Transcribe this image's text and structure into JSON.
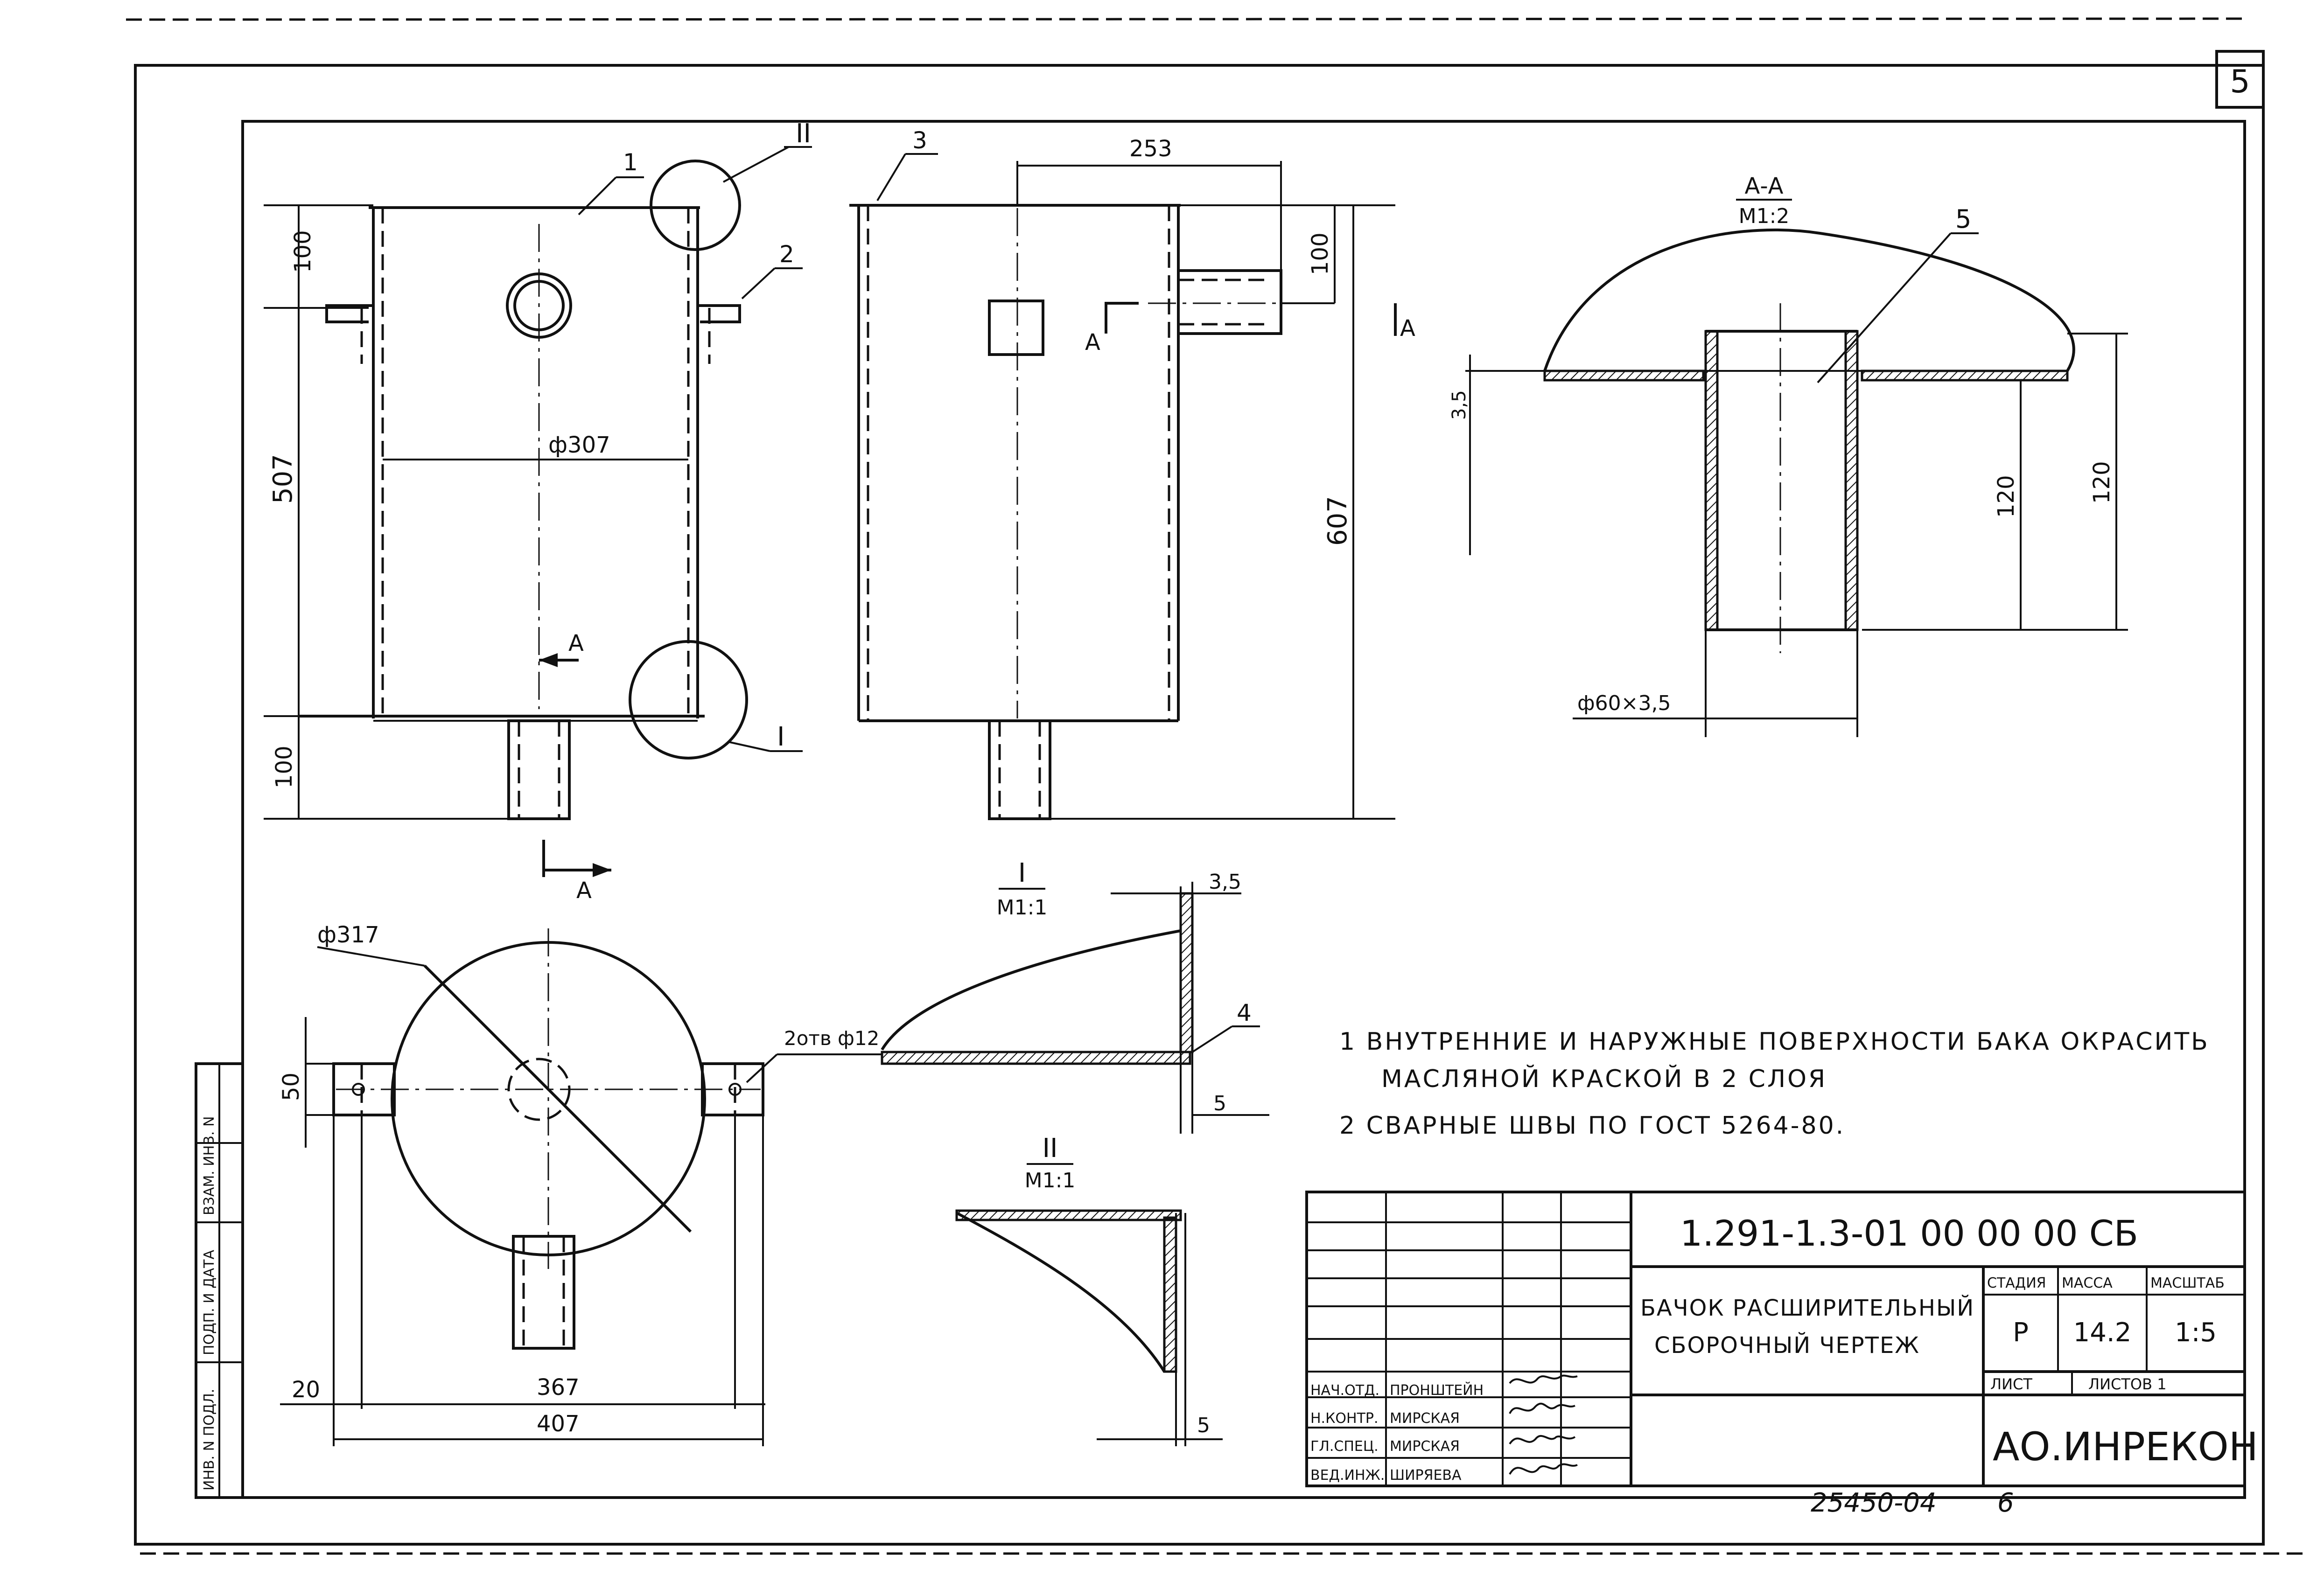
{
  "sheet": {
    "page_number": "5",
    "bottom_code": "25450-04",
    "bottom_page": "6"
  },
  "title_block": {
    "designation": "1.291-1.3-01 00 00 00 СБ",
    "title_line1": "БАЧОК РАСШИРИТЕЛЬНЫЙ",
    "title_line2": "СБОРОЧНЫЙ ЧЕРТЕЖ",
    "col_stage": "СТАДИЯ",
    "col_mass": "МАССА",
    "col_scale": "МАСШТАБ",
    "stage": "Р",
    "mass": "14.2",
    "scale": "1:5",
    "sheet_label": "ЛИСТ",
    "sheets_label": "ЛИСТОВ 1",
    "company": "АО.ИНРЕКОН",
    "signatures": [
      {
        "role": "НАЧ.ОТД.",
        "name": "ПРОНШТЕЙН"
      },
      {
        "role": "Н.КОНТР.",
        "name": "МИРСКАЯ"
      },
      {
        "role": "ГЛ.СПЕЦ.",
        "name": "МИРСКАЯ"
      },
      {
        "role": "ВЕД.ИНЖ.",
        "name": "ШИРЯЕВА"
      }
    ]
  },
  "side_stamp": [
    "ИНВ. N ПОДЛ.",
    "ПОДП. И ДАТА",
    "ВЗАМ. ИНВ. N"
  ],
  "notes": [
    "1 ВНУТРЕННИЕ И НАРУЖНЫЕ ПОВЕРХНОСТИ БАКА ОКРАСИТЬ",
    "МАСЛЯНОЙ КРАСКОЙ В 2 СЛОЯ",
    "2 СВАРНЫЕ ШВЫ ПО ГОСТ 5264-80."
  ],
  "dimensions": {
    "d307": "ф307",
    "h100_top": "100",
    "h507": "507",
    "h100_bot": "100",
    "w253": "253",
    "h100_pipe": "100",
    "h607": "607",
    "d317": "ф317",
    "holes": "2отв ф12",
    "w50": "50",
    "w20": "20",
    "w367": "367",
    "w407": "407",
    "t35_A": "3,5",
    "h120_in": "120",
    "h120_out": "120",
    "pipe": "ф60×3,5",
    "t35_I": "3,5",
    "t5_I": "5",
    "t5_II": "5"
  },
  "section_labels": {
    "aa_title": "А-А",
    "aa_scale": "М1:2",
    "det1_title": "I",
    "det1_scale": "М1:1",
    "det2_title": "II",
    "det2_scale": "М1:1",
    "A": "А",
    "callout_I": "I",
    "callout_II": "II"
  },
  "positions": [
    "1",
    "2",
    "3",
    "4",
    "5"
  ]
}
